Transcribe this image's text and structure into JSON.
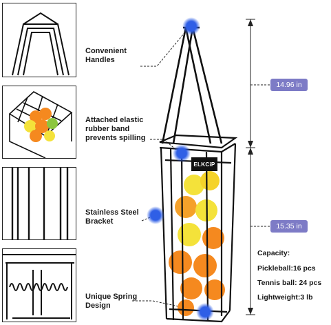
{
  "features": {
    "handles": "Convenient Handles",
    "band": "Attached elastic rubber band prevents spilling",
    "bracket": "Stainless Steel Bracket",
    "spring": "Unique Spring Design"
  },
  "feature_lines": {
    "handles": [
      "Convenient",
      "Handles"
    ],
    "band": [
      "Attached elastic",
      "rubber band",
      "prevents spilling"
    ],
    "bracket": [
      "Stainless Steel",
      "Bracket"
    ],
    "spring": [
      "Unique Spring",
      "Design"
    ]
  },
  "dimensions": {
    "upper": "14.96 in",
    "lower": "15.35 in"
  },
  "brand": "ELKCiP",
  "specs": {
    "capacity": "Capacity:",
    "pickleball": "Pickleball:16 pcs",
    "tennis": "Tennis ball: 24 pcs",
    "weight": "Lightweight:3 lb"
  },
  "colors": {
    "accent_badge": "#7d7bc6",
    "dot_blue": "#2f5fe6",
    "ball_orange": "#f5891f",
    "ball_yellow": "#f4e23a",
    "metal": "#111111"
  },
  "icons": {
    "highlight_dot": "glowing-blue-dot"
  }
}
